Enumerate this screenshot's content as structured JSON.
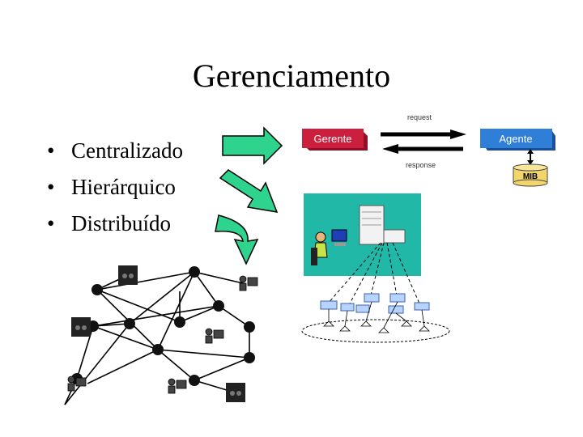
{
  "slide": {
    "title": "Gerenciamento",
    "bullets": [
      "Centralizado",
      "Hierárquico",
      "Distribuído"
    ]
  },
  "centralized_diagram": {
    "manager_label": "Gerente",
    "agent_label": "Agente",
    "request_label": "request",
    "response_label": "response",
    "mib_label": "MIB"
  },
  "colors": {
    "arrow_fill": "#2ed38d",
    "manager_box": "#cc1f3d",
    "agent_box": "#2f7fd9",
    "hier_bg": "#22b8a8",
    "network_node": "#111111"
  },
  "icons": [
    "right-arrow-icon",
    "diagonal-arrow-icon",
    "curved-down-arrow-icon",
    "computer-user-icon",
    "server-icon",
    "router-icon"
  ]
}
